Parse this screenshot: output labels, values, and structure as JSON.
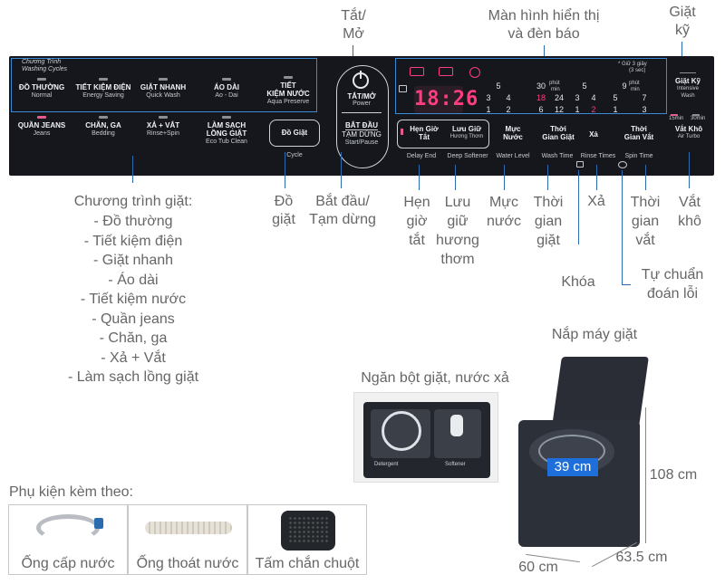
{
  "top_callouts": {
    "power": "Tắt/\nMở",
    "display": "Màn hình hiển thị\nvà đèn báo",
    "intensive": "Giặt\nkỹ"
  },
  "panel": {
    "washing_cycles_vi": "Chương Trình",
    "washing_cycles_en": "Washing Cycles",
    "programs": [
      {
        "vi": "ĐỒ THƯỜNG",
        "en": "Normal"
      },
      {
        "vi": "TIẾT KIỆM ĐIỆN",
        "en": "Energy Saving"
      },
      {
        "vi": "GIẶT NHANH",
        "en": "Quick Wash"
      },
      {
        "vi": "ÁO DÀI",
        "en": "Ao - Dai"
      },
      {
        "vi": "TIẾT",
        "vi2": "KIỆM NƯỚC",
        "en": "Aqua Preserve"
      },
      {
        "vi": "QUẦN JEANS",
        "en": "Jeans"
      },
      {
        "vi": "CHĂN, GA",
        "en": "Bedding"
      },
      {
        "vi": "XẢ + VẮT",
        "en": "Rinse+Spin"
      },
      {
        "vi": "LÀM SẠCH",
        "vi2": "LỒNG GIẶT",
        "en": "Eco Tub Clean"
      }
    ],
    "power_vi": "TẮT/MỞ",
    "power_en": "Power",
    "start_vi1": "BẮT ĐẦU",
    "start_vi2": "TẠM DỪNG",
    "start_en": "Start/Pause",
    "cycle_btn": "Đồ Giặt",
    "cycle_en": "Cycle",
    "lcd": "18:26",
    "hold_note": "* Giữ 3 giây",
    "hold_note_en": "(3 sec)",
    "wash_unit": "phút",
    "wash_unit_en": "min",
    "water_levels": [
      "5",
      "3",
      "4",
      "1",
      "2"
    ],
    "wash_times": [
      "30",
      "18",
      "24",
      "6",
      "12"
    ],
    "rinse_times": [
      "5",
      "3",
      "4",
      "1",
      "2"
    ],
    "spin_times": [
      "9",
      "5",
      "7",
      "1",
      "3"
    ],
    "intensive_vi": "Giặt Kỹ",
    "intensive_en1": "Intensive",
    "intensive_en2": "Wash",
    "delay_vi1": "Hẹn Giờ",
    "delay_vi2": "Tắt",
    "delay_en": "Delay End",
    "softener_vi1": "Lưu Giữ",
    "softener_vi2": "Hương Thơm",
    "softener_en": "Deep Softener",
    "level_vi1": "Mực",
    "level_vi2": "Nước",
    "level_en": "Water Level",
    "washtime_vi1": "Thời",
    "washtime_vi2": "Gian Giặt",
    "washtime_en": "Wash Time",
    "rinse_vi": "Xả",
    "rinse_en": "Rinse Times",
    "spintime_vi1": "Thời",
    "spintime_vi2": "Gian Vắt",
    "spintime_en": "Spin Time",
    "air_15": "15min",
    "air_30": "30min",
    "air_vi": "Vắt Khô",
    "air_en": "Air Turbo"
  },
  "bottom_callouts": {
    "cycles_title": "Chương trình giặt:",
    "cycles_list": [
      "- Đồ thường",
      "- Tiết kiệm điện",
      "- Giặt nhanh",
      "- Áo dài",
      "- Tiết kiệm nước",
      "- Quần jeans",
      "- Chăn, ga",
      "- Xả + Vắt",
      "- Làm sạch lồng giặt"
    ],
    "cycle": "Đồ\ngiặt",
    "start": "Bắt đầu/\nTạm dừng",
    "delay": "Hẹn\ngiờ\ntắt",
    "softener": "Lưu\ngiữ\nhương\nthơm",
    "level": "Mực\nnước",
    "washtime": "Thời\ngian\ngiặt",
    "rinse": "Xả",
    "spintime": "Thời\ngian\nvắt",
    "airturbo": "Vắt\nkhô",
    "lock": "Khóa",
    "diagnose": "Tự chuẩn\nđoán lỗi"
  },
  "product": {
    "lid": "Nắp máy giặt",
    "drawer": "Ngăn bột giặt, nước xả",
    "drawer_detergent": "Detergent",
    "drawer_softener": "Softener",
    "diameter": "39 cm",
    "height": "108 cm",
    "width": "60 cm",
    "depth": "63.5 cm"
  },
  "accessories": {
    "title": "Phụ kiện kèm theo:",
    "items": [
      "Ống cấp nước",
      "Ống thoát nước",
      "Tấm chắn chuột"
    ]
  },
  "colors": {
    "accent": "#2b6cb0",
    "led": "#ff3d7f",
    "panel": "#15171c",
    "dim_box": "#1e6fd9"
  }
}
